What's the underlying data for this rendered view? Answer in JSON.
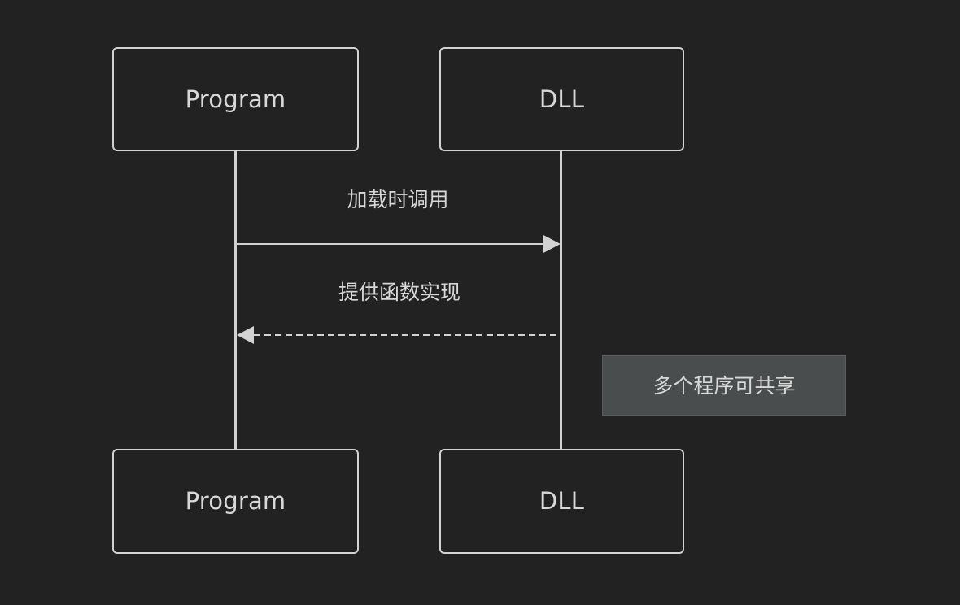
{
  "diagram": {
    "type": "sequence-diagram",
    "background_color": "#222222",
    "stroke_color": "#d2d2d2",
    "text_color": "#d8d8d8",
    "participants": [
      {
        "id": "program",
        "label": "Program"
      },
      {
        "id": "dll",
        "label": "DLL"
      }
    ],
    "boxes": {
      "program_top": "Program",
      "dll_top": "DLL",
      "program_bottom": "Program",
      "dll_bottom": "DLL"
    },
    "messages": [
      {
        "id": "call",
        "label": "加载时调用",
        "from": "program",
        "to": "dll",
        "direction": "right",
        "line_style": "solid",
        "arrow_style": "filled"
      },
      {
        "id": "return",
        "label": "提供函数实现",
        "from": "dll",
        "to": "program",
        "direction": "left",
        "line_style": "dashed",
        "arrow_style": "filled"
      }
    ],
    "notes": [
      {
        "id": "shared",
        "text": "多个程序可共享",
        "placement": "right-of-dll",
        "fill_color": "#4a4d4d",
        "border_color": "#5a5d5d"
      }
    ]
  }
}
